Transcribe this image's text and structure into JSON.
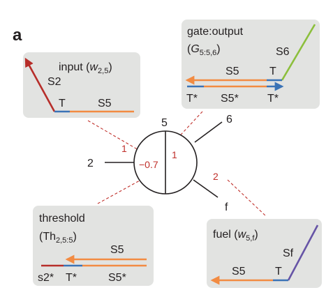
{
  "panel_letter": "a",
  "node": {
    "inputs": [
      "2",
      "5",
      "6",
      "f"
    ],
    "weights": [
      "1",
      "−0.7",
      "1",
      "2"
    ]
  },
  "boxes": {
    "input": {
      "title": "input (",
      "w_symbol": "w",
      "w_sub": "2,5",
      "close": ")",
      "strand_S2": "S2",
      "T": "T",
      "S5": "S5"
    },
    "gate": {
      "title": "gate:output",
      "G_open": "(",
      "G_symbol": "G",
      "G_sub": "5:5,6",
      "G_close": ")",
      "S6": "S6",
      "S5_top": "S5",
      "T_top": "T",
      "Tstar_left": "T*",
      "S5star": "S5*",
      "Tstar_right": "T*"
    },
    "threshold": {
      "title": "threshold",
      "Th_open": "(Th",
      "Th_sub": "2,5:5",
      "Th_close": ")",
      "S5_top": "S5",
      "s2star": "s2*",
      "Tstar": "T*",
      "S5star": "S5*"
    },
    "fuel": {
      "title": "fuel (",
      "w_symbol": "w",
      "w_sub": "5,f",
      "close": ")",
      "Sf": "Sf",
      "S5": "S5",
      "T": "T"
    }
  },
  "colors": {
    "box": "#e2e3e1",
    "orange_strand": "#f28b42",
    "toehold_blue": "#3a73b6",
    "s2_red": "#b72e2a",
    "s6_green": "#8cbf3c",
    "sf_purple": "#6654a6",
    "weight_red": "#c0302b"
  }
}
